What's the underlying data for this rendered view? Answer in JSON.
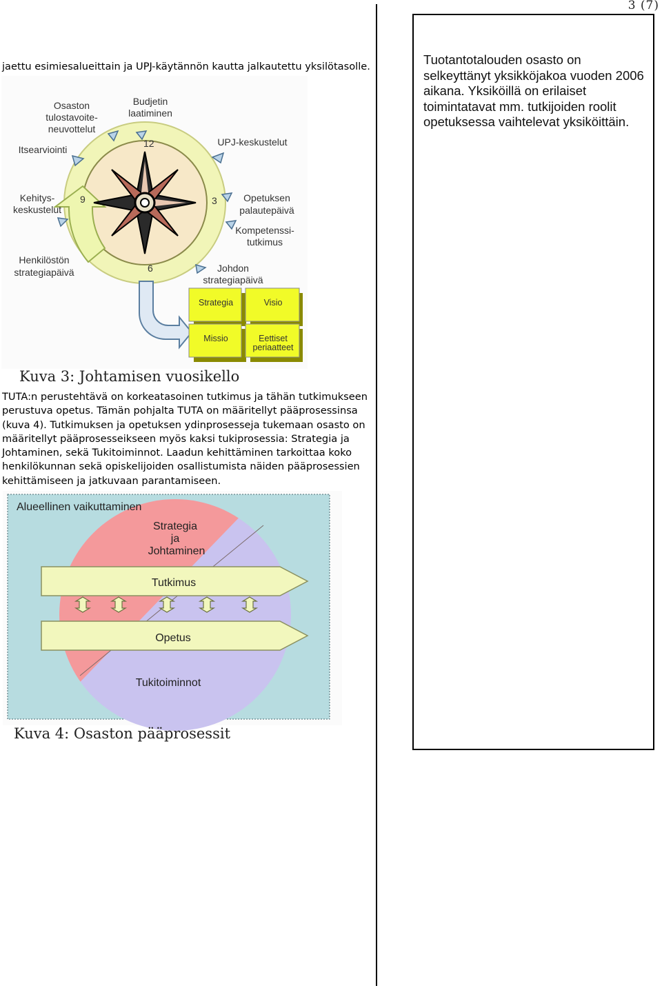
{
  "page_number": "3 (7)",
  "intro_line": "jaettu esimiesalueittain ja UPJ-käytännön kautta jalkautettu yksilötasolle.",
  "side_text": "Tuotantotalouden osasto on selkeyttänyt yksikköjakoa vuoden 2006 aikana. Yksiköillä on erilaiset toimintatavat mm. tutkijoiden roolit opetuksessa vaihtelevat yksiköittäin.",
  "figure3": {
    "caption": "Kuva 3: Johtamisen vuosikello",
    "labels": {
      "osaston_1": "Osaston",
      "osaston_2": "tulostavoite-",
      "osaston_3": "neuvottelut",
      "budjetin_1": "Budjetin",
      "budjetin_2": "laatiminen",
      "itsearviointi": "Itsearviointi",
      "upj": "UPJ-keskustelut",
      "kehitys_1": "Kehitys-",
      "kehitys_2": "keskustelut",
      "opetuksen_1": "Opetuksen",
      "opetuksen_2": "palautepäivä",
      "kompetenssi_1": "Kompetenssi-",
      "kompetenssi_2": "tutkimus",
      "henkilosto_1": "Henkilöstön",
      "henkilosto_2": "strategiapäivä",
      "johdon_1": "Johdon",
      "johdon_2": "strategiapäivä",
      "n12": "12",
      "n3": "3",
      "n6": "6",
      "n9": "9"
    },
    "notes": {
      "strategia": "Strategia",
      "visio": "Visio",
      "missio": "Missio",
      "eettiset_1": "Eettiset",
      "eettiset_2": "periaatteet"
    }
  },
  "body_paragraph": "TUTA:n perustehtävä on korkeatasoinen tutkimus ja tähän tutkimukseen perustuva opetus. Tämän pohjalta TUTA on määritellyt pääprosessinsa (kuva 4). Tutkimuksen ja opetuksen ydinprosesseja tukemaan osasto on määritellyt pääprosesseikseen myös kaksi tukiprosessia: Strategia ja Johtaminen, sekä Tukitoiminnot. Laadun kehittäminen tarkoittaa koko henkilökunnan sekä opiskelijoiden osallistumista näiden pääprosessien kehittämiseen ja jatkuvaan parantamiseen.",
  "body_lines": [
    "TUTA:n perustehtävä on korkeatasoinen tutkimus ja tähän tutkimukseen",
    "perustuva opetus. Tämän pohjalta TUTA on määritellyt pääprosessinsa",
    "(kuva 4). Tutkimuksen ja opetuksen ydinprosesseja tukemaan osasto on",
    "määritellyt pääprosesseikseen myös kaksi tukiprosessia: Strategia ja",
    "Johtaminen, sekä Tukitoiminnot. Laadun kehittäminen tarkoittaa koko",
    "henkilökunnan sekä opiskelijoiden osallistumista näiden pääprosessien",
    "kehittämiseen ja jatkuvaan parantamiseen."
  ],
  "figure4": {
    "caption": "Kuva 4: Osaston pääprosessit",
    "box_label": "Alueellinen vaikuttaminen",
    "strategia_1": "Strategia",
    "strategia_2": "ja",
    "strategia_3": "Johtaminen",
    "tutkimus": "Tutkimus",
    "opetus": "Opetus",
    "tukitoiminnot": "Tukitoiminnot",
    "colors": {
      "background": "#b7dce0",
      "pink": "#f4999b",
      "lavender": "#c9c3ef",
      "arrow": "#f2f7bd"
    }
  }
}
